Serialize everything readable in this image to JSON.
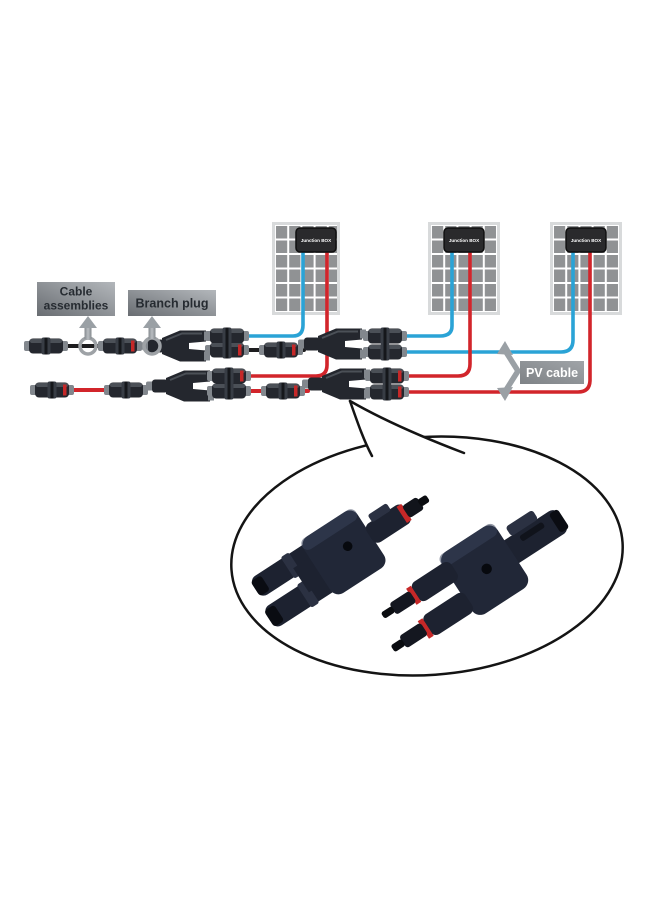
{
  "labels": {
    "cable_assemblies_1": "Cable",
    "cable_assemblies_2": "assemblies",
    "branch_plug": "Branch plug",
    "pv_cable": "PV cable"
  },
  "panels": [
    {
      "junction_box": "Junction BOX"
    },
    {
      "junction_box": "Junction BOX"
    },
    {
      "junction_box": "Junction BOX"
    }
  ],
  "colors": {
    "cable_blue": "#2aa3d6",
    "cable_red": "#d2252b",
    "cable_black": "#1d1d1f",
    "panel_cell": "#909294",
    "panel_frame": "#d8dadb",
    "junction_box_fill": "#2a2a2c",
    "label_text_dark": "#262b31",
    "label_text_light": "#ffffff",
    "arrow_gray": "#9aa0a5",
    "connector_body": "#24272e",
    "seal_red": "#c62828",
    "bubble_outline": "#141414",
    "photo_body": "#1d2230"
  }
}
